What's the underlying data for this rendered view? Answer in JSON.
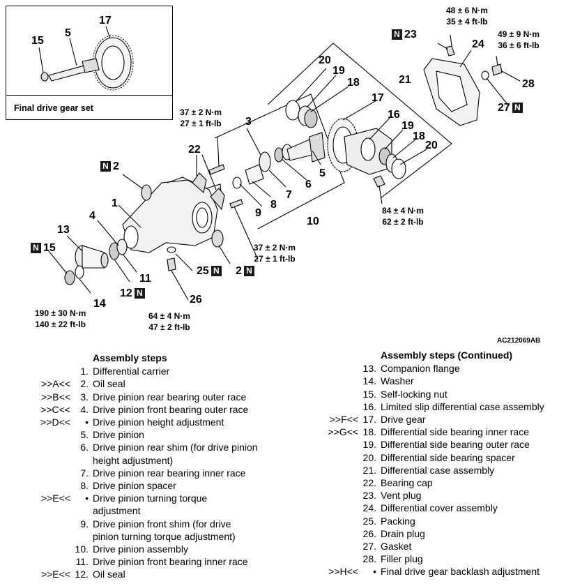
{
  "inset": {
    "caption": "Final drive gear set",
    "labels": [
      "15",
      "5",
      "17"
    ]
  },
  "parts": {
    "p1": "1",
    "p2a": "2",
    "p2b": "2",
    "p3": "3",
    "p4": "4",
    "p5": "5",
    "p6": "6",
    "p7": "7",
    "p8": "8",
    "p9": "9",
    "p10": "10",
    "p11": "11",
    "p12": "12",
    "p13": "13",
    "p14": "14",
    "p15": "15",
    "p16": "16",
    "p17": "17",
    "p18a": "18",
    "p18b": "18",
    "p19a": "19",
    "p19b": "19",
    "p20a": "20",
    "p20b": "20",
    "p21": "21",
    "p22": "22",
    "p23": "23",
    "p24": "24",
    "p25": "25",
    "p26": "26",
    "p27": "27",
    "p28": "28"
  },
  "badge": "N",
  "torques": {
    "t_vent": [
      "48 ± 6 N·m",
      "35 ± 4 ft-lb"
    ],
    "t_filler": [
      "49 ± 9 N·m",
      "36 ± 6 ft-lb"
    ],
    "t_cap_upper": [
      "37 ± 2 N·m",
      "27 ± 1 ft-lb"
    ],
    "t_cap_lower": [
      "37 ± 2 N·m",
      "27 ± 1 ft-lb"
    ],
    "t_cover": [
      "84 ± 4 N·m",
      "62 ± 2 ft-lb"
    ],
    "t_nut": [
      "190 ± 30 N·m",
      "140 ± 22 ft-lb"
    ],
    "t_drain": [
      "64 ± 4 N·m",
      "47 ± 2 ft-lb"
    ]
  },
  "figure_code": "AC212069AB",
  "steps_left": {
    "heading": "Assembly steps",
    "items": [
      {
        "ref": "",
        "num": "1.",
        "text": "Differential carrier",
        "cont": ""
      },
      {
        "ref": ">>A<<",
        "num": "2.",
        "text": "Oil seal",
        "cont": ""
      },
      {
        "ref": ">>B<<",
        "num": "3.",
        "text": "Drive pinion rear bearing outer race",
        "cont": ""
      },
      {
        "ref": ">>C<<",
        "num": "4.",
        "text": "Drive pinion front bearing outer race",
        "cont": ""
      },
      {
        "ref": ">>D<<",
        "num": "•",
        "text": "Drive pinion height adjustment",
        "cont": ""
      },
      {
        "ref": "",
        "num": "5.",
        "text": "Drive pinion",
        "cont": ""
      },
      {
        "ref": "",
        "num": "6.",
        "text": "Drive pinion rear shim (for drive pinion",
        "cont": "height adjustment)"
      },
      {
        "ref": "",
        "num": "7.",
        "text": "Drive pinion rear bearing inner race",
        "cont": ""
      },
      {
        "ref": "",
        "num": "8.",
        "text": "Drive pinion spacer",
        "cont": ""
      },
      {
        "ref": ">>E<<",
        "num": "•",
        "text": "Drive pinion turning torque",
        "cont": "adjustment"
      },
      {
        "ref": "",
        "num": "9.",
        "text": "Drive pinion front shim (for drive",
        "cont": "pinion turning torque adjustment)"
      },
      {
        "ref": "",
        "num": "10.",
        "text": "Drive pinion assembly",
        "cont": ""
      },
      {
        "ref": "",
        "num": "11.",
        "text": "Drive pinion front bearing inner race",
        "cont": ""
      },
      {
        "ref": ">>E<<",
        "num": "12.",
        "text": "Oil seal",
        "cont": ""
      }
    ]
  },
  "steps_right": {
    "heading": "Assembly steps (Continued)",
    "items": [
      {
        "ref": "",
        "num": "13.",
        "text": "Companion flange"
      },
      {
        "ref": "",
        "num": "14.",
        "text": "Washer"
      },
      {
        "ref": "",
        "num": "15.",
        "text": "Self-locking nut"
      },
      {
        "ref": "",
        "num": "16.",
        "text": "Limited slip differential case assembly"
      },
      {
        "ref": ">>F<<",
        "num": "17.",
        "text": "Drive gear"
      },
      {
        "ref": ">>G<<",
        "num": "18.",
        "text": "Differential side bearing inner race"
      },
      {
        "ref": "",
        "num": "19.",
        "text": "Differential side bearing outer race"
      },
      {
        "ref": "",
        "num": "20.",
        "text": "Differential side bearing spacer"
      },
      {
        "ref": "",
        "num": "21.",
        "text": "Differential case assembly"
      },
      {
        "ref": "",
        "num": "22.",
        "text": "Bearing cap"
      },
      {
        "ref": "",
        "num": "23.",
        "text": "Vent plug"
      },
      {
        "ref": "",
        "num": "24.",
        "text": "Differential cover assembly"
      },
      {
        "ref": "",
        "num": "25.",
        "text": "Packing"
      },
      {
        "ref": "",
        "num": "26.",
        "text": "Drain plug"
      },
      {
        "ref": "",
        "num": "27.",
        "text": "Gasket"
      },
      {
        "ref": "",
        "num": "28.",
        "text": "Filler plug"
      },
      {
        "ref": ">>H<<",
        "num": "•",
        "text": "Final drive gear backlash adjustment"
      }
    ]
  }
}
